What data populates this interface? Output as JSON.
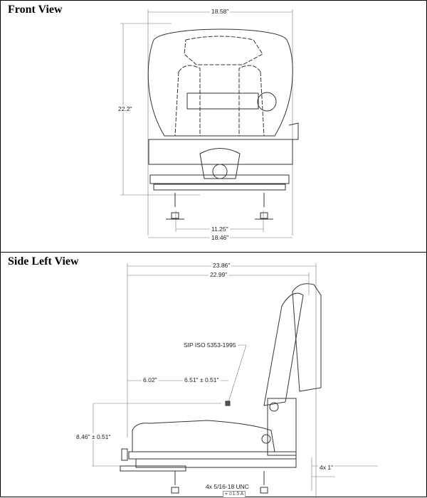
{
  "front_view": {
    "title": "Front View",
    "dims": {
      "top_width": "18.58\"",
      "height": "22.2\"",
      "mount_spacing": "11.25\"",
      "base_width": "18.46\""
    }
  },
  "side_view": {
    "title": "Side Left View",
    "dims": {
      "overall_length": "23.86\"",
      "length": "22.99\"",
      "sip_label": "SIP ISO 5353-1995",
      "front_to_sip": "6.02\"",
      "sip_adjust": "6.51\" ± 0.51\"",
      "sip_height": "8.46\" ± 0.51\"",
      "stud_length": "4x 1\"",
      "stud_thread": "4x 5/16-18 UNC",
      "tolerance_frame": "⌖ ⌀1.5 A"
    }
  }
}
